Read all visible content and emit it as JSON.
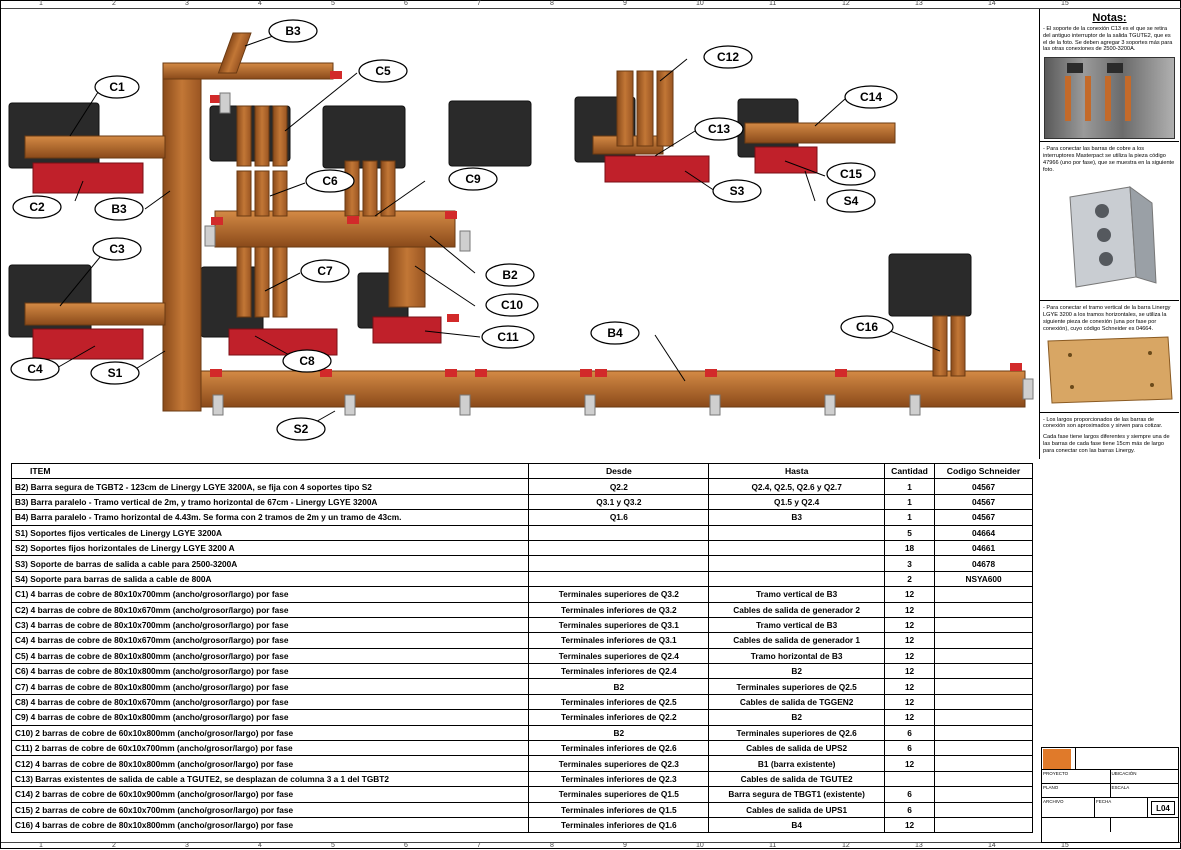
{
  "ruler": [
    "1",
    "2",
    "3",
    "4",
    "5",
    "6",
    "7",
    "8",
    "9",
    "10",
    "11",
    "12",
    "13",
    "14",
    "15"
  ],
  "callouts": {
    "B3_top": "B3",
    "C1": "C1",
    "C5": "C5",
    "C12": "C12",
    "C14": "C14",
    "C13": "C13",
    "C2": "C2",
    "B3_mid": "B3",
    "C6": "C6",
    "C9": "C9",
    "S3": "S3",
    "C15": "C15",
    "S4": "S4",
    "C3": "C3",
    "C7": "C7",
    "B2": "B2",
    "C10": "C10",
    "C11": "C11",
    "B4": "B4",
    "C16": "C16",
    "C4": "C4",
    "S1": "S1",
    "C8": "C8",
    "S2": "S2"
  },
  "notes": {
    "title": "Notas:",
    "n1": "- El soporte de la conexión C13 es el que se retira del antiguo interruptor de la salida TGUTE2, que es el de la foto. Se deben agregar 3 soportes más para las otras conexiones de 2500-3200A.",
    "n2": "- Para conectar las barras de cobre a los interruptores Masterpact se utiliza la pieza código 47966 (uno por fase), que se muestra en la siguiente foto.",
    "n3": "- Para conectar el tramo vertical de la barra Linergy LGYE 3200 a los tramos horizontales, se utiliza la siguiente pieza de conexión (una por fase por conexión), cuyo código Schneider es 04664.",
    "n4": "- Los largos proporcionados de las barras de conexión son aproximados y sirven para cotizar.",
    "n5": "Cada fase tiene largos diferentes y siempre una de las barras de cada fase tiene 15cm más de largo para conectar con las barras Linergy."
  },
  "table": {
    "headers": {
      "item": "ITEM",
      "desde": "Desde",
      "hasta": "Hasta",
      "cantidad": "Cantidad",
      "codigo": "Codigo Schneider"
    },
    "rows": [
      {
        "item": "B2) Barra segura de TGBT2 - 123cm de Linergy LGYE 3200A, se fija con 4 soportes tipo S2",
        "desde": "Q2.2",
        "hasta": "Q2.4, Q2.5, Q2.6 y Q2.7",
        "cantidad": "1",
        "codigo": "04567"
      },
      {
        "item": "B3) Barra paralelo - Tramo vertical de 2m, y tramo horizontal de 67cm - Linergy LGYE 3200A",
        "desde": "Q3.1 y Q3.2",
        "hasta": "Q1.5 y Q2.4",
        "cantidad": "1",
        "codigo": "04567"
      },
      {
        "item": "B4) Barra paralelo - Tramo horizontal de 4.43m. Se forma con 2 tramos de 2m y un tramo de 43cm.",
        "desde": "Q1.6",
        "hasta": "B3",
        "cantidad": "1",
        "codigo": "04567"
      },
      {
        "item": "S1) Soportes fijos verticales de Linergy LGYE 3200A",
        "desde": "",
        "hasta": "",
        "cantidad": "5",
        "codigo": "04664"
      },
      {
        "item": "S2) Soportes fijos horizontales de Linergy LGYE 3200 A",
        "desde": "",
        "hasta": "",
        "cantidad": "18",
        "codigo": "04661"
      },
      {
        "item": "S3) Soporte de barras de salida a cable para 2500-3200A",
        "desde": "",
        "hasta": "",
        "cantidad": "3",
        "codigo": "04678"
      },
      {
        "item": "S4) Soporte para barras de salida a cable de 800A",
        "desde": "",
        "hasta": "",
        "cantidad": "2",
        "codigo": "NSYA600"
      },
      {
        "item": "C1) 4 barras de cobre de 80x10x700mm (ancho/grosor/largo) por fase",
        "desde": "Terminales superiores de Q3.2",
        "hasta": "Tramo vertical de B3",
        "cantidad": "12",
        "codigo": ""
      },
      {
        "item": "C2) 4 barras de cobre de 80x10x670mm (ancho/grosor/largo) por fase",
        "desde": "Terminales inferiores de Q3.2",
        "hasta": "Cables de salida de generador 2",
        "cantidad": "12",
        "codigo": ""
      },
      {
        "item": "C3) 4 barras de cobre de 80x10x700mm (ancho/grosor/largo) por fase",
        "desde": "Terminales superiores de Q3.1",
        "hasta": "Tramo vertical de B3",
        "cantidad": "12",
        "codigo": ""
      },
      {
        "item": "C4) 4 barras de cobre de 80x10x670mm (ancho/grosor/largo) por fase",
        "desde": "Terminales inferiores de Q3.1",
        "hasta": "Cables de salida de generador 1",
        "cantidad": "12",
        "codigo": ""
      },
      {
        "item": "C5) 4 barras de cobre de 80x10x800mm (ancho/grosor/largo) por fase",
        "desde": "Terminales superiores de Q2.4",
        "hasta": "Tramo horizontal de B3",
        "cantidad": "12",
        "codigo": ""
      },
      {
        "item": "C6) 4 barras de cobre de 80x10x800mm (ancho/grosor/largo) por fase",
        "desde": "Terminales inferiores de Q2.4",
        "hasta": "B2",
        "cantidad": "12",
        "codigo": ""
      },
      {
        "item": "C7) 4 barras de cobre de 80x10x800mm (ancho/grosor/largo) por fase",
        "desde": "B2",
        "hasta": "Terminales superiores de Q2.5",
        "cantidad": "12",
        "codigo": ""
      },
      {
        "item": "C8) 4 barras de cobre de 80x10x670mm (ancho/grosor/largo) por fase",
        "desde": "Terminales inferiores de Q2.5",
        "hasta": "Cables de salida de TGGEN2",
        "cantidad": "12",
        "codigo": ""
      },
      {
        "item": "C9) 4 barras de cobre de 80x10x800mm (ancho/grosor/largo) por fase",
        "desde": "Terminales inferiores de Q2.2",
        "hasta": "B2",
        "cantidad": "12",
        "codigo": ""
      },
      {
        "item": "C10) 2 barras de cobre de 60x10x800mm (ancho/grosor/largo) por fase",
        "desde": "B2",
        "hasta": "Terminales superiores de Q2.6",
        "cantidad": "6",
        "codigo": ""
      },
      {
        "item": "C11) 2 barras de cobre de 60x10x700mm (ancho/grosor/largo) por fase",
        "desde": "Terminales inferiores de Q2.6",
        "hasta": "Cables de salida de UPS2",
        "cantidad": "6",
        "codigo": ""
      },
      {
        "item": "C12) 4 barras de cobre de 80x10x800mm (ancho/grosor/largo) por fase",
        "desde": "Terminales superiores de Q2.3",
        "hasta": "B1 (barra existente)",
        "cantidad": "12",
        "codigo": ""
      },
      {
        "item": "C13) Barras existentes de salida de cable a TGUTE2, se desplazan de columna 3 a 1 del TGBT2",
        "desde": "Terminales inferiores de Q2.3",
        "hasta": "Cables de salida de TGUTE2",
        "cantidad": "",
        "codigo": ""
      },
      {
        "item": "C14) 2 barras de cobre de 60x10x900mm (ancho/grosor/largo) por fase",
        "desde": "Terminales superiores de Q1.5",
        "hasta": "Barra segura de TBGT1  (existente)",
        "cantidad": "6",
        "codigo": ""
      },
      {
        "item": "C15) 2 barras de cobre de 60x10x700mm (ancho/grosor/largo) por fase",
        "desde": "Terminales inferiores de Q1.5",
        "hasta": "Cables de salida de UPS1",
        "cantidad": "6",
        "codigo": ""
      },
      {
        "item": "C16) 4 barras de cobre de 80x10x800mm (ancho/grosor/largo) por fase",
        "desde": "Terminales inferiores de Q1.6",
        "hasta": "B4",
        "cantidad": "12",
        "codigo": ""
      }
    ]
  },
  "titleblock": {
    "proyecto": "PROYECTO",
    "ubicacion": "UBICACIÓN",
    "plano": "PLANO",
    "escala": "ESCALA",
    "archivo": "ARCHIVO",
    "fecha": "FECHA",
    "sheet": "L04"
  },
  "colors": {
    "bus": "#b8692a",
    "bus_dark": "#8a4a1a",
    "support": "#c0202a",
    "breaker": "#2a2a2a"
  }
}
